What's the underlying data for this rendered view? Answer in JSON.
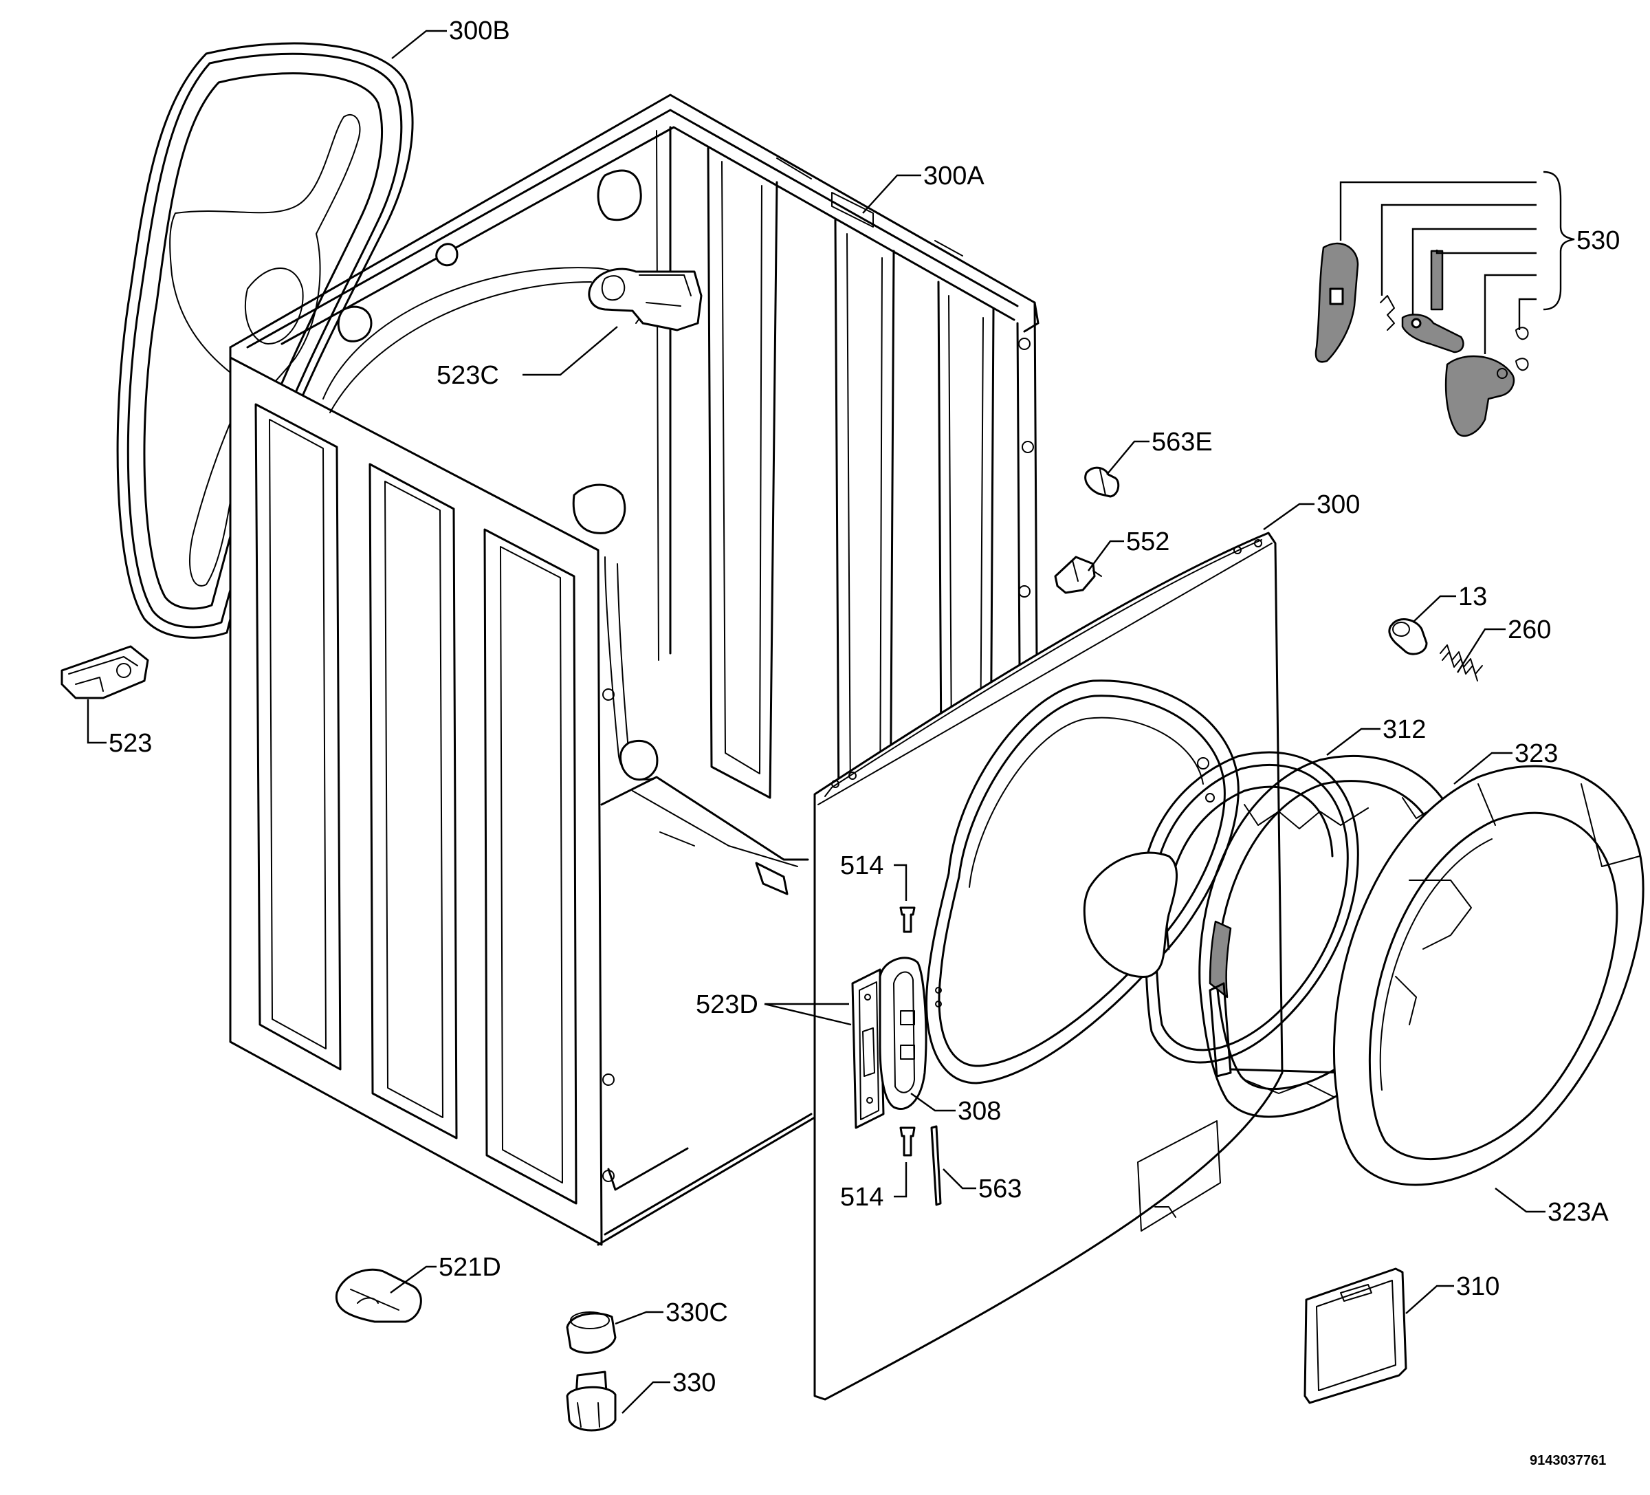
{
  "labels": {
    "p300B": "300B",
    "p300A": "300A",
    "p523C": "523C",
    "p530": "530",
    "p563E": "563E",
    "p552": "552",
    "p300": "300",
    "p13": "13",
    "p260": "260",
    "p523": "523",
    "p312": "312",
    "p323": "323",
    "p514a": "514",
    "p523D": "523D",
    "p308": "308",
    "p514b": "514",
    "p563": "563",
    "p323A": "323A",
    "p521D": "521D",
    "p330C": "330C",
    "p330": "330",
    "p310": "310"
  },
  "document_number": "9143037761"
}
